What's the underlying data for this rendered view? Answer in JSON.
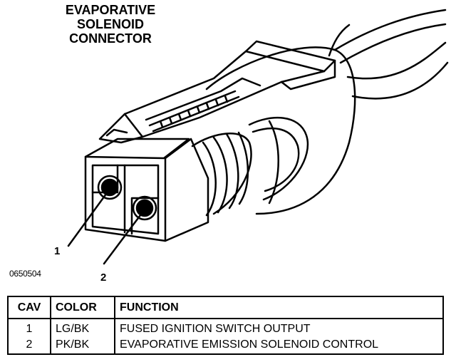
{
  "title": {
    "line1": "EVAPORATIVE",
    "line2": "SOLENOID",
    "line3": "CONNECTOR"
  },
  "callouts": {
    "pin1": "1",
    "pin2": "2"
  },
  "figure_id": "0650504",
  "table": {
    "headers": [
      "CAV",
      "COLOR",
      "FUNCTION"
    ],
    "rows": [
      {
        "cav": "1",
        "color": "LG/BK",
        "function": "FUSED IGNITION SWITCH OUTPUT"
      },
      {
        "cav": "2",
        "color": "PK/BK",
        "function": "EVAPORATIVE EMISSION SOLENOID CONTROL"
      }
    ]
  }
}
